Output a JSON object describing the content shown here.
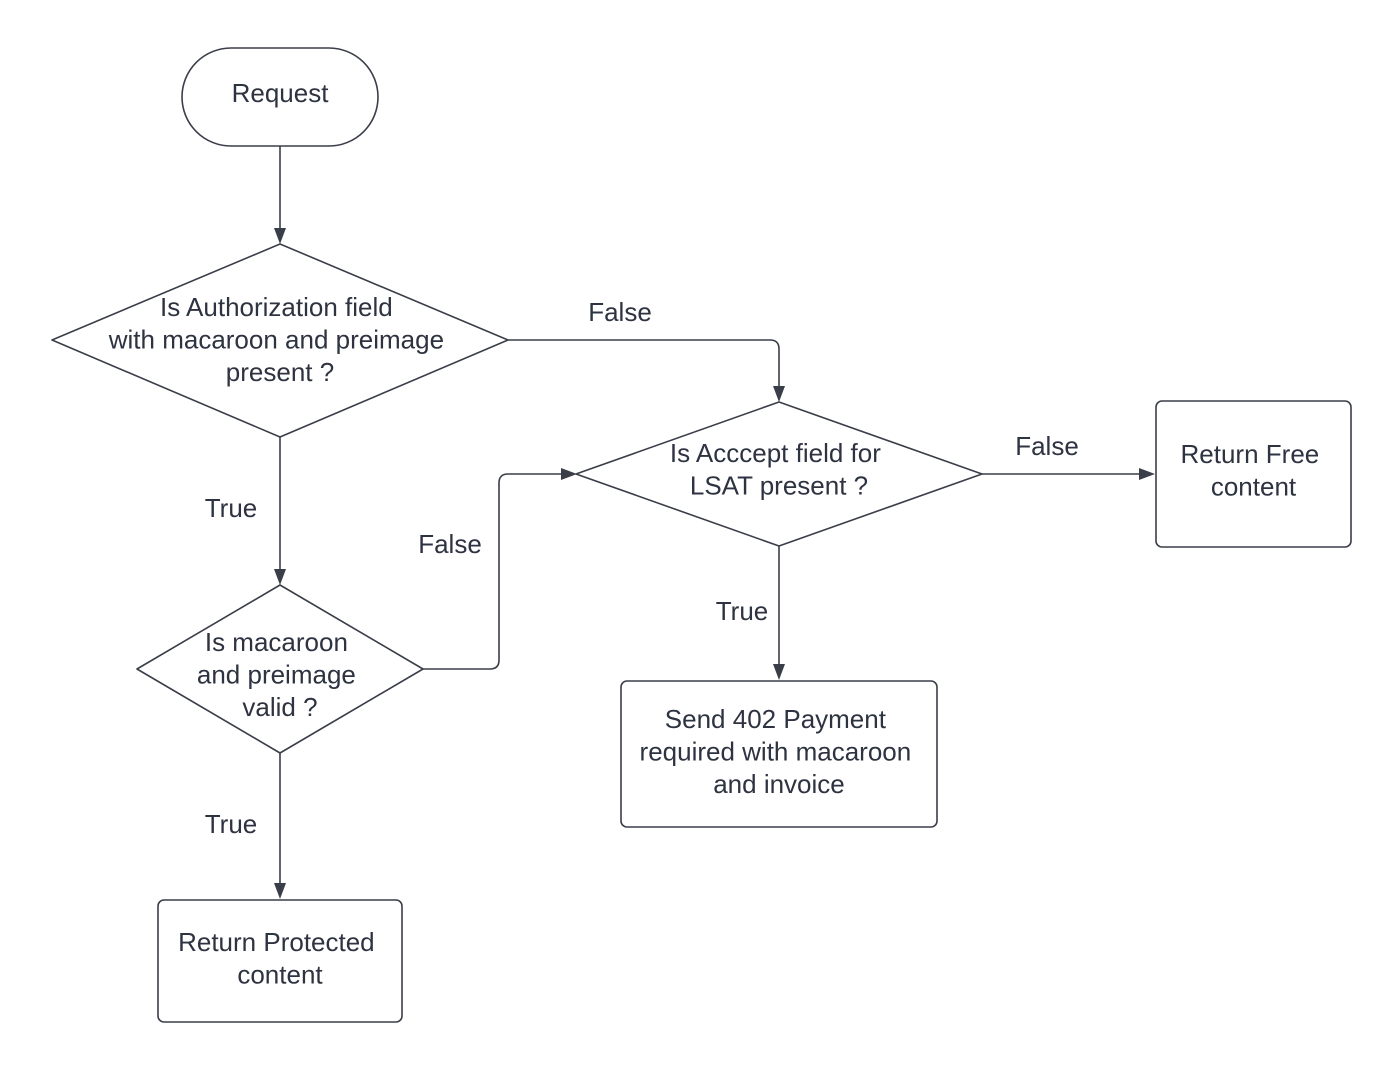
{
  "diagram": {
    "nodes": {
      "request": {
        "lines": [
          "Request"
        ]
      },
      "auth_check": {
        "lines": [
          "Is Authorization field",
          "with macaroon and preimage",
          "present ?"
        ]
      },
      "valid_check": {
        "lines": [
          "Is macaroon",
          "and preimage",
          "valid ?"
        ]
      },
      "accept_check": {
        "lines": [
          "Is Acccept field for",
          "LSAT present ?"
        ]
      },
      "free_content": {
        "lines": [
          "Return Free",
          "content"
        ]
      },
      "payment_required": {
        "lines": [
          "Send 402 Payment",
          "required with macaroon",
          "and invoice"
        ]
      },
      "protected_content": {
        "lines": [
          "Return Protected",
          "content"
        ]
      }
    },
    "edges": {
      "auth_false": "False",
      "auth_true": "True",
      "valid_false": "False",
      "valid_true": "True",
      "accept_false": "False",
      "accept_true": "True"
    },
    "colors": {
      "stroke": "#3a3e48",
      "text": "#2d3340",
      "background": "#ffffff"
    }
  }
}
